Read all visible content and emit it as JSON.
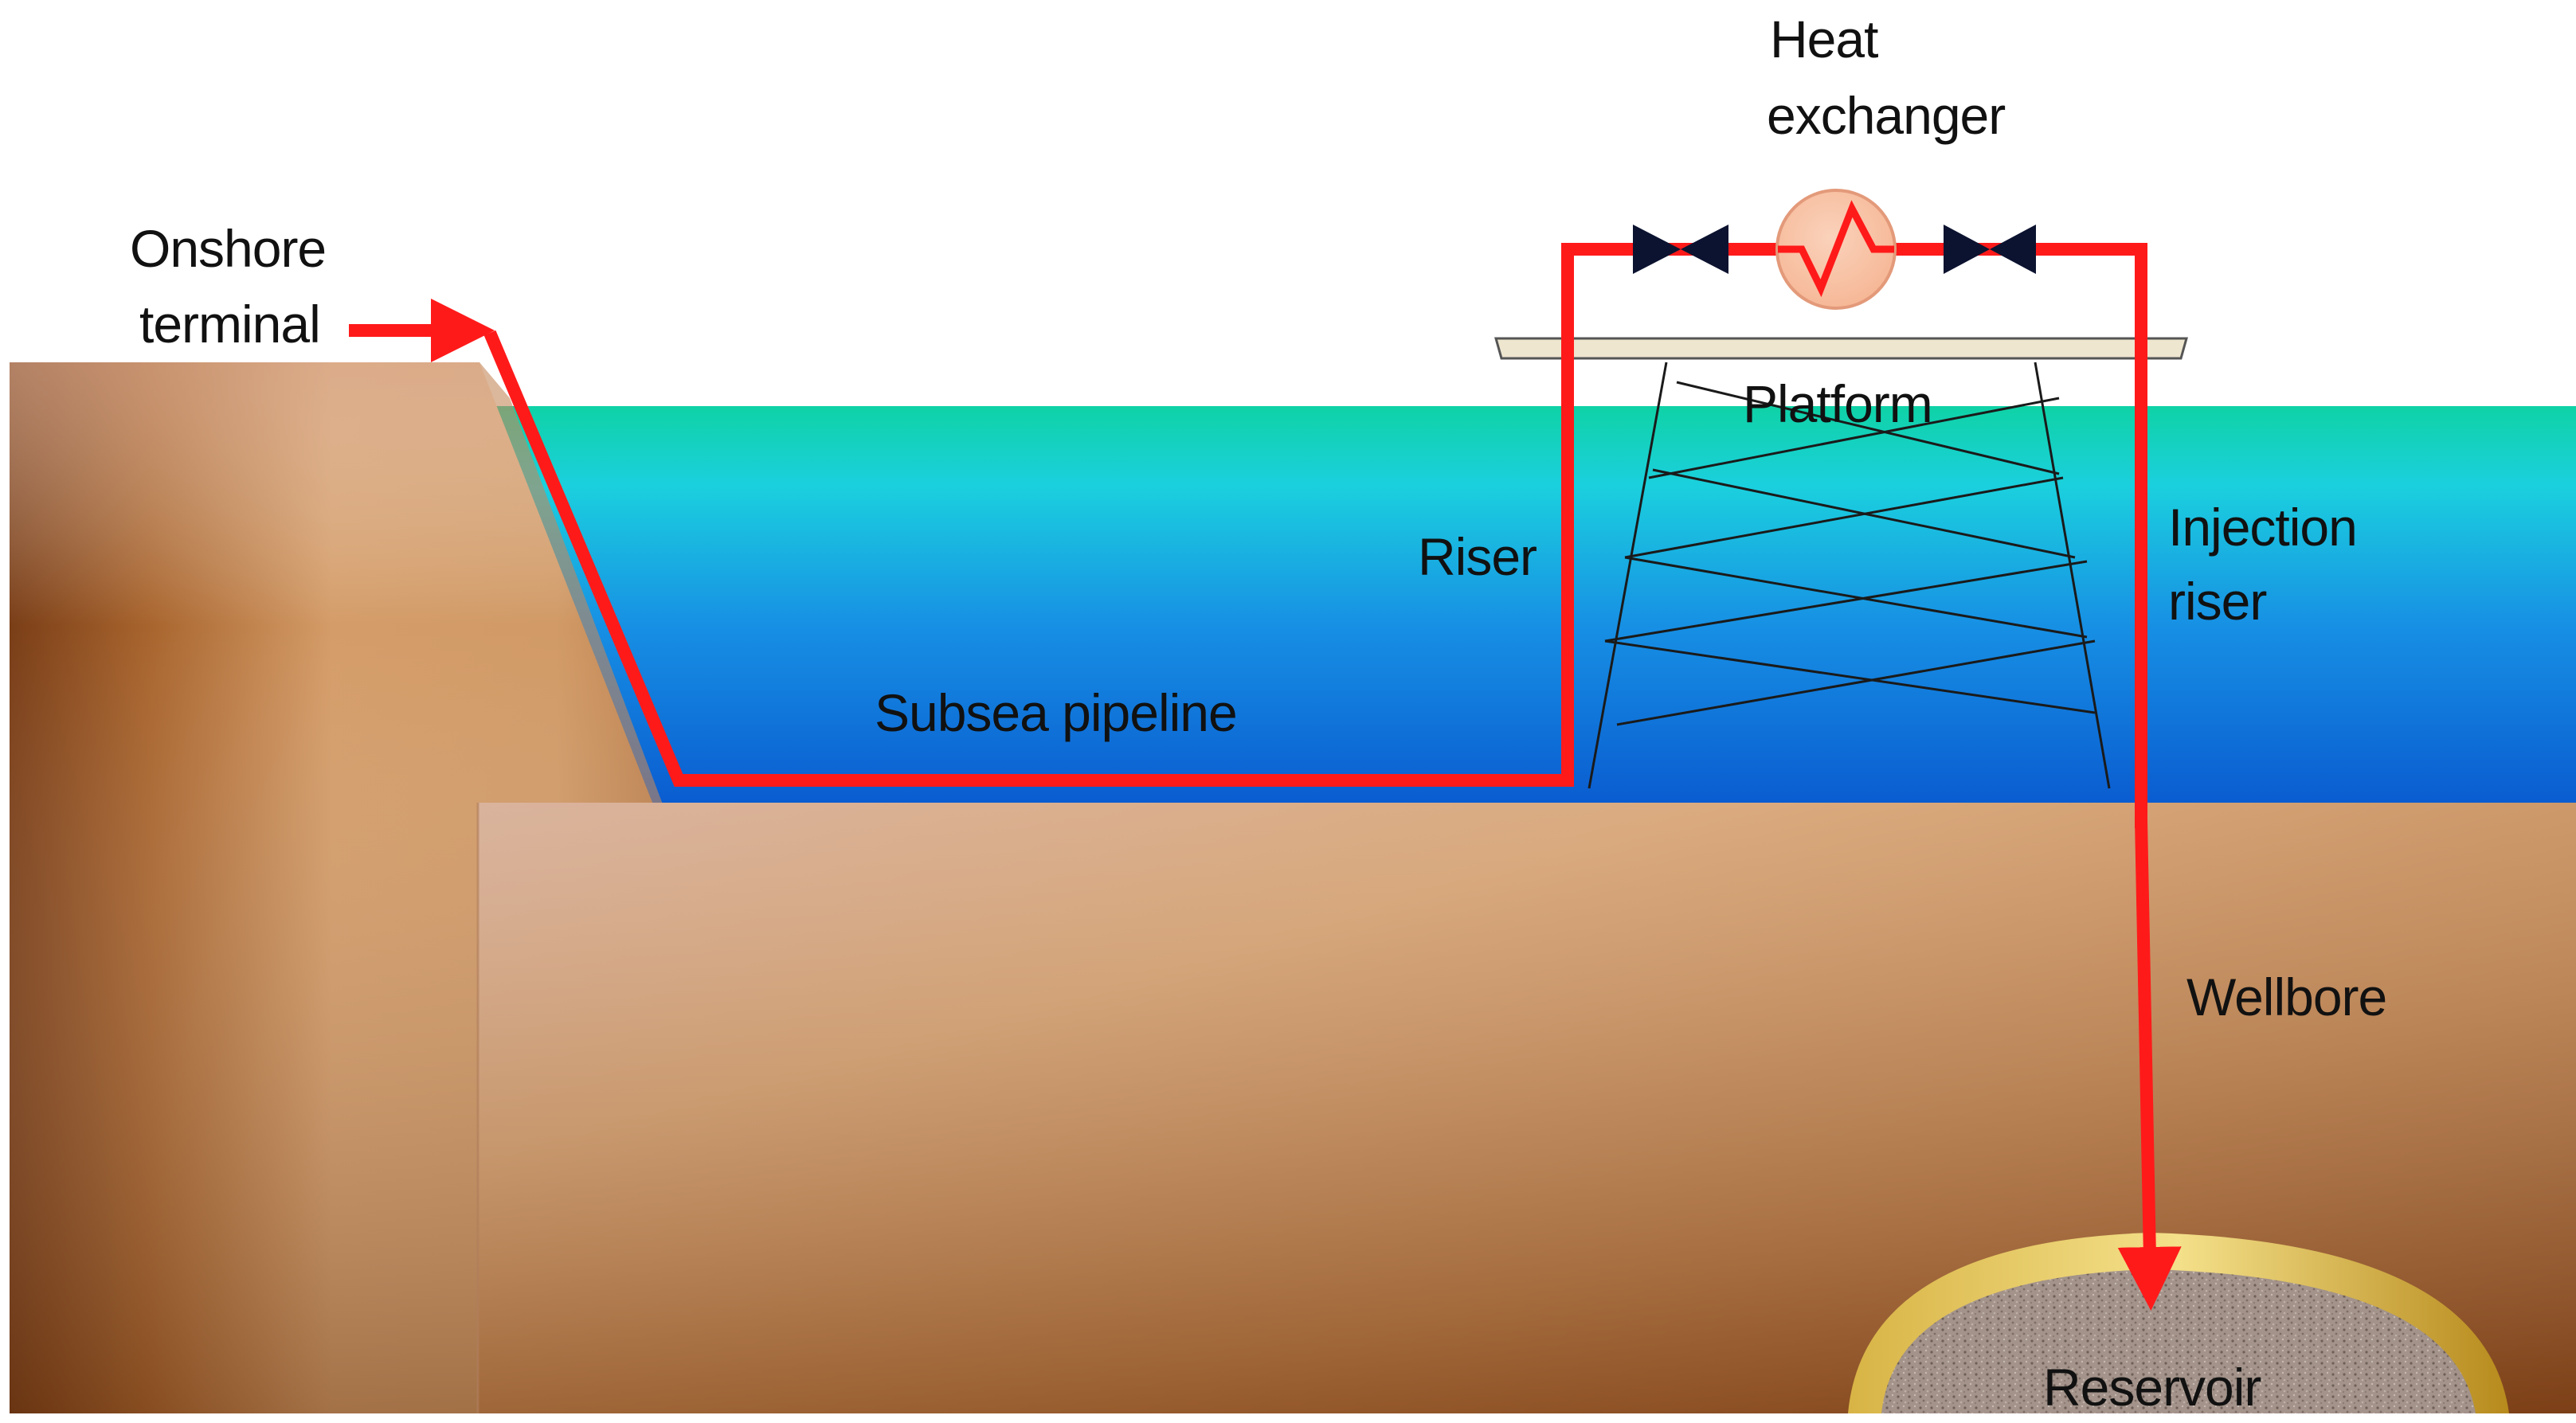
{
  "labels": {
    "onshore_terminal": [
      "Onshore",
      "terminal"
    ],
    "heat_exchanger": [
      "Heat",
      "exchanger"
    ],
    "platform": "Platform",
    "riser": "Riser",
    "injection_riser": [
      "Injection",
      "riser"
    ],
    "subsea_pipeline": "Subsea pipeline",
    "wellbore": "Wellbore",
    "reservoir": "Reservoir"
  },
  "colors": {
    "pipeline": "#ff1a1a",
    "sea_top": "#0fd2a6",
    "sea_mid": "#1bd0de",
    "sea_bottom": "#0a5cd0",
    "ground_light": "#d49c68",
    "ground_dark": "#8a4a1e",
    "reservoir_rim": "#c9a227",
    "reservoir_rock": "#9b8a80",
    "heat_exchanger_fill": "#f6b897",
    "valve": "#0c1330",
    "platform_deck": "#efe6d0"
  }
}
